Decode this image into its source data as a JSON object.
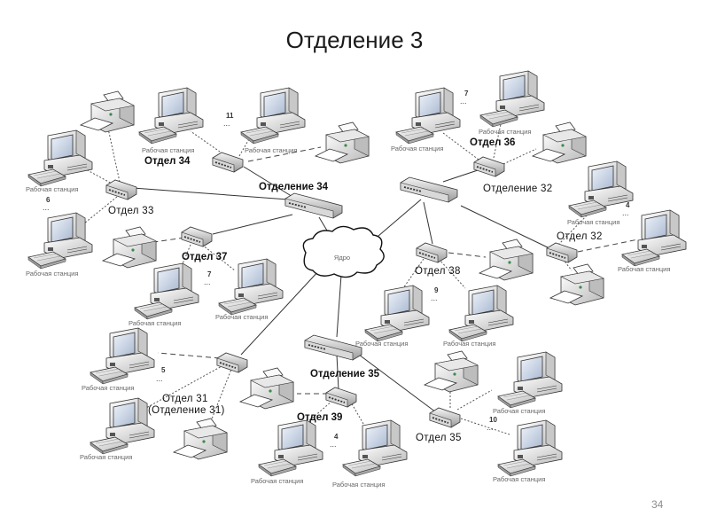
{
  "slide": {
    "title": "Отделение 3",
    "page_number": "34"
  },
  "cloud": {
    "label": "Ядро"
  },
  "workstation_label": "Рабочая станция",
  "groups": {
    "otdel33": {
      "label": "Отдел 33",
      "count": "6"
    },
    "otdel34": {
      "label": "Отдел 34",
      "count": "11"
    },
    "otdelenie34": {
      "label": "Отделение 34"
    },
    "otdel36": {
      "label": "Отдел 36",
      "count": "7"
    },
    "otdelenie32": {
      "label": "Отделение 32"
    },
    "otdel32": {
      "label": "Отдел 32",
      "count": "4"
    },
    "otdel37": {
      "label": "Отдел 37",
      "count": "7"
    },
    "otdel38": {
      "label": "Отдел 38",
      "count": "9"
    },
    "otdelenie35": {
      "label": "Отделение 35"
    },
    "otdel31": {
      "label": "Отдел 31",
      "label2": "(Отделение 31)",
      "count": "5"
    },
    "otdel39": {
      "label": "Отдел 39",
      "count": "4"
    },
    "otdel35": {
      "label": "Отдел 35",
      "count": "10"
    }
  },
  "ellipsis": "..."
}
